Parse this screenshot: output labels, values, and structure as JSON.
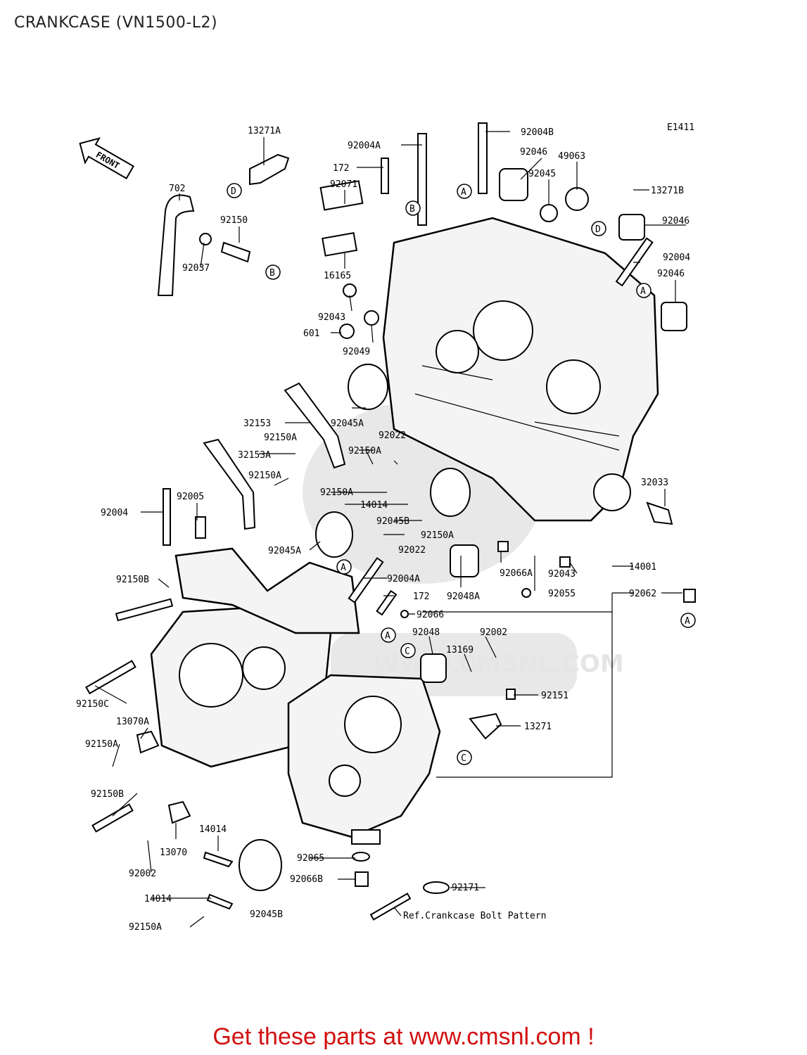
{
  "title": "CRANKCASE (VN1500-L2)",
  "diagram_code": "E1411",
  "front_label": "FRONT",
  "watermark": "WWW.CMSNL.COM",
  "footer": "Get these parts at www.cmsnl.com !",
  "reference_note": "Ref.Crankcase Bolt Pattern",
  "callout_letters": [
    "A",
    "B",
    "C",
    "D"
  ],
  "part_labels": [
    "13271A",
    "702",
    "92150",
    "92037",
    "92004A",
    "92004B",
    "172",
    "92071",
    "16165",
    "92046",
    "92045",
    "49063",
    "13271B",
    "92004",
    "92043",
    "601",
    "92049",
    "32153",
    "32153A",
    "92150A",
    "92022",
    "92045A",
    "14014",
    "92045B",
    "32033",
    "92005",
    "92150B",
    "92048A",
    "92066A",
    "92055",
    "14001",
    "92062",
    "92066",
    "92048",
    "92002",
    "13169",
    "92151",
    "13271",
    "92150C",
    "13070A",
    "13070",
    "92065",
    "92066B",
    "92171"
  ]
}
